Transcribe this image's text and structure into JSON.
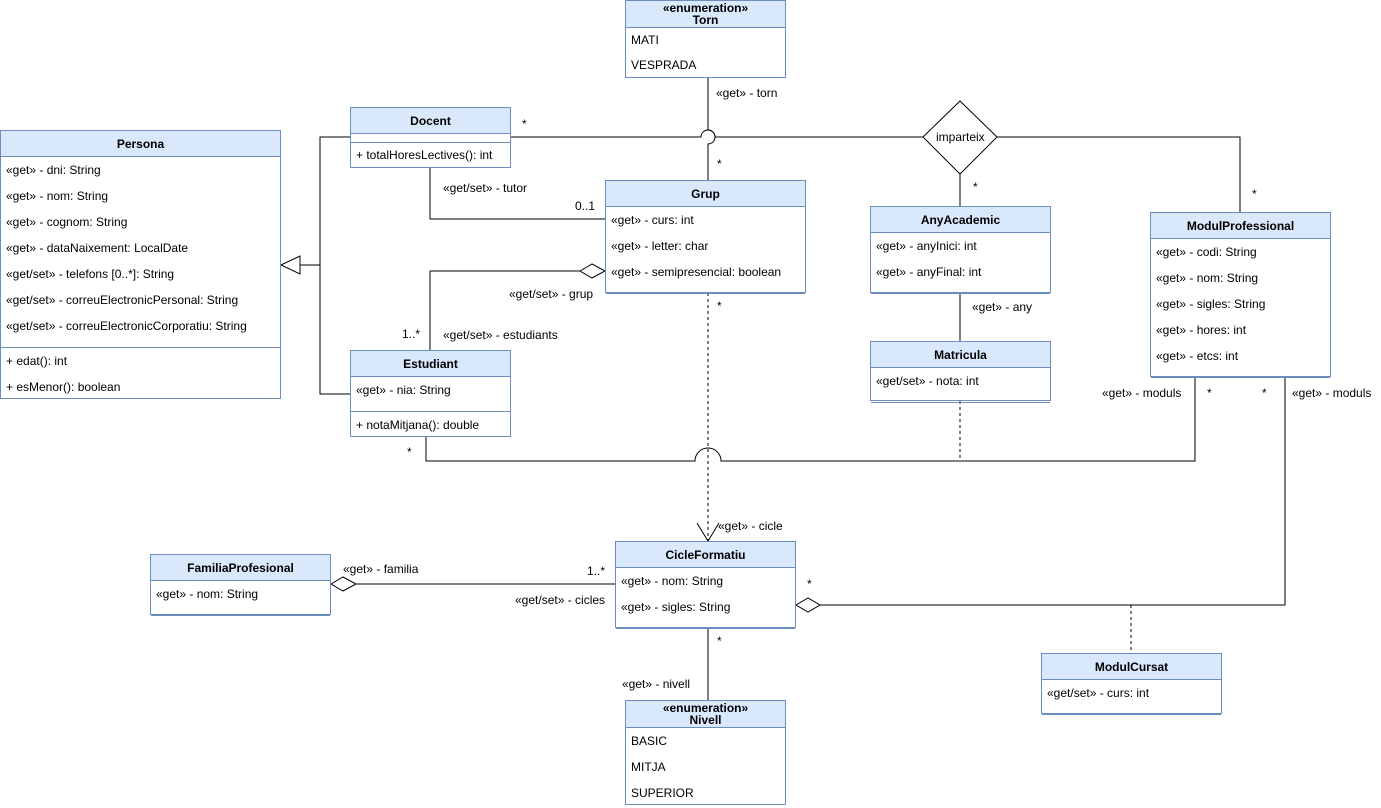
{
  "classes": {
    "torn": {
      "stereotype": "«enumeration»",
      "name": "Torn",
      "values": [
        "MATI",
        "VESPRADA"
      ]
    },
    "docent": {
      "name": "Docent",
      "operations": [
        "+ totalHoresLectives(): int"
      ]
    },
    "persona": {
      "name": "Persona",
      "attributes": [
        "«get» - dni: String",
        "«get» - nom: String",
        "«get» - cognom: String",
        "«get» - dataNaixement: LocalDate",
        "«get/set» - telefons [0..*]: String",
        "«get/set» - correuElectronicPersonal: String",
        "«get/set» - correuElectronicCorporatiu: String"
      ],
      "operations": [
        "+ edat(): int",
        "+ esMenor(): boolean"
      ]
    },
    "grup": {
      "name": "Grup",
      "attributes": [
        "«get» - curs: int",
        "«get» - letter: char",
        "«get» - semipresencial: boolean"
      ]
    },
    "estudiant": {
      "name": "Estudiant",
      "attributes": [
        "«get» - nia: String"
      ],
      "operations": [
        "+ notaMitjana(): double"
      ]
    },
    "anyAcademic": {
      "name": "AnyAcademic",
      "attributes": [
        "«get» - anyInici: int",
        "«get» - anyFinal: int"
      ]
    },
    "matricula": {
      "name": "Matricula",
      "attributes": [
        "«get/set» - nota: int"
      ]
    },
    "modulProfessional": {
      "name": "ModulProfessional",
      "attributes": [
        "«get» - codi: String",
        "«get» - nom: String",
        "«get» - sigles: String",
        "«get» - hores: int",
        "«get» - etcs: int"
      ]
    },
    "familiaProfesional": {
      "name": "FamiliaProfesional",
      "attributes": [
        "«get» - nom: String"
      ]
    },
    "cicleFormatiu": {
      "name": "CicleFormatiu",
      "attributes": [
        "«get» - nom: String",
        "«get» - sigles: String"
      ]
    },
    "nivell": {
      "stereotype": "«enumeration»",
      "name": "Nivell",
      "values": [
        "BASIC",
        "MITJA",
        "SUPERIOR"
      ]
    },
    "modulCursat": {
      "name": "ModulCursat",
      "attributes": [
        "«get/set» - curs: int"
      ]
    }
  },
  "association": {
    "name": "imparteix"
  },
  "labels": {
    "torn_role": "«get» - torn",
    "torn_mult": "*",
    "docent_mult": "*",
    "imparteix_any_mult": "*",
    "imparteix_modul_mult": "*",
    "tutor_role": "«get/set» - tutor",
    "tutor_mult": "0..1",
    "grup_role": "«get/set» - grup",
    "estudiants_mult": "1..*",
    "estudiants_role": "«get/set» - estudiants",
    "grup_cicle_mult": "*",
    "any_role": "«get» - any",
    "moduls_role_left": "«get» - moduls",
    "moduls_mult_left": "*",
    "moduls_mult_right": "*",
    "moduls_role_right": "«get» - moduls",
    "estudiant_moduls_mult": "*",
    "cicle_role": "«get» - cicle",
    "familia_role": "«get» - familia",
    "cicles_mult": "1..*",
    "cicles_role": "«get/set» - cicles",
    "cicle_modul_mult": "*",
    "nivell_mult": "*",
    "nivell_role": "«get» - nivell"
  }
}
